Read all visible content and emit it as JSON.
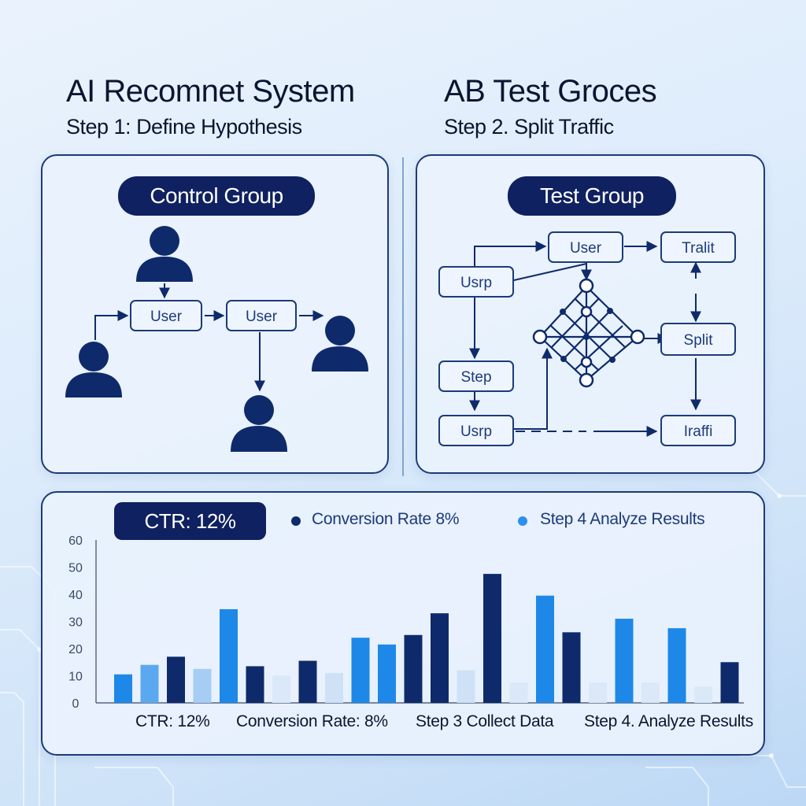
{
  "header": {
    "left_title": "AI Recomnet System",
    "left_subtitle": "Step 1: Define Hypothesis",
    "right_title": "AB Test Groces",
    "right_subtitle": "Step 2. Split Traffic"
  },
  "control_panel": {
    "pill": "Control Group",
    "nodes": [
      "User",
      "User"
    ]
  },
  "test_panel": {
    "pill": "Test Group",
    "nodes": {
      "top": "User",
      "left_top": "Usrp",
      "left_mid": "Step",
      "left_bottom": "Usrp",
      "right_top": "Tralit",
      "right_mid": "Split",
      "right_bottom": "Iraffi"
    }
  },
  "results_panel": {
    "metric_badge": "CTR: 12%",
    "legend": [
      {
        "label": "Conversion Rate 8%",
        "color": "#0f2a6b"
      },
      {
        "label": "Step 4 Analyze Results",
        "color": "#2d8ff0"
      }
    ]
  },
  "colors": {
    "navy": "#0f2a6b",
    "blue": "#1e88e8",
    "pale": "#dbe8f8",
    "light_blue": "#5aa9f0"
  },
  "chart_data": {
    "type": "bar",
    "ylim": [
      0,
      60
    ],
    "y_ticks": [
      "0",
      "10",
      "20",
      "30",
      "40",
      "50",
      "60"
    ],
    "y_tick_values": [
      0,
      10,
      20,
      30,
      40,
      50,
      60
    ],
    "categories": [
      "CTR: 12%",
      "Conversion Rate: 8%",
      "Step 3 Collect Data",
      "Step 4. Analyze Results"
    ],
    "bars": [
      {
        "category": 0,
        "value": 10.5,
        "color": "#1e88e8"
      },
      {
        "category": 0,
        "value": 14,
        "color": "#5aa9f0"
      },
      {
        "category": 0,
        "value": 17,
        "color": "#0f2a6b"
      },
      {
        "category": 0,
        "value": 12.5,
        "color": "#a6cdf3"
      },
      {
        "category": 0,
        "value": 34.5,
        "color": "#1e88e8"
      },
      {
        "category": 1,
        "value": 13.5,
        "color": "#0f2a6b"
      },
      {
        "category": 1,
        "value": 10,
        "color": "#dbe8f8"
      },
      {
        "category": 1,
        "value": 15.5,
        "color": "#0f2a6b"
      },
      {
        "category": 1,
        "value": 11,
        "color": "#cfe1f6"
      },
      {
        "category": 1,
        "value": 24,
        "color": "#1e88e8"
      },
      {
        "category": 1,
        "value": 21.5,
        "color": "#1e88e8"
      },
      {
        "category": 2,
        "value": 25,
        "color": "#0f2a6b"
      },
      {
        "category": 2,
        "value": 33,
        "color": "#0f2a6b"
      },
      {
        "category": 2,
        "value": 12,
        "color": "#cfe1f6"
      },
      {
        "category": 2,
        "value": 47.5,
        "color": "#0f2a6b"
      },
      {
        "category": 2,
        "value": 7.5,
        "color": "#dbe8f8"
      },
      {
        "category": 2,
        "value": 39.5,
        "color": "#1e88e8"
      },
      {
        "category": 3,
        "value": 26,
        "color": "#0f2a6b"
      },
      {
        "category": 3,
        "value": 7.5,
        "color": "#dbe8f8"
      },
      {
        "category": 3,
        "value": 31,
        "color": "#1e88e8"
      },
      {
        "category": 3,
        "value": 7.5,
        "color": "#dbe8f8"
      },
      {
        "category": 3,
        "value": 27.5,
        "color": "#1e88e8"
      },
      {
        "category": 3,
        "value": 6,
        "color": "#dbe8f8"
      },
      {
        "category": 3,
        "value": 15,
        "color": "#0f2a6b"
      }
    ]
  }
}
